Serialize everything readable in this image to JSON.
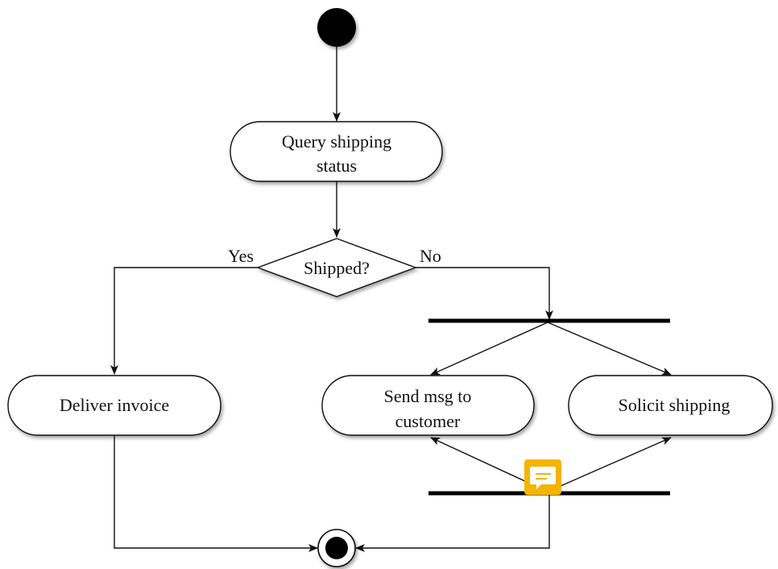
{
  "diagram": {
    "nodes": {
      "query": {
        "lines": [
          "Query shipping",
          "status"
        ]
      },
      "decision": {
        "label": "Shipped?"
      },
      "deliver": {
        "lines": [
          "Deliver invoice"
        ]
      },
      "send_msg": {
        "lines": [
          "Send msg to",
          "customer"
        ]
      },
      "solicit": {
        "lines": [
          "Solicit shipping"
        ]
      }
    },
    "edge_labels": {
      "yes": "Yes",
      "no": "No"
    },
    "colors": {
      "line": "#111111",
      "note_icon": "#f4b400"
    },
    "icons": {
      "note": "message-note-icon"
    }
  }
}
